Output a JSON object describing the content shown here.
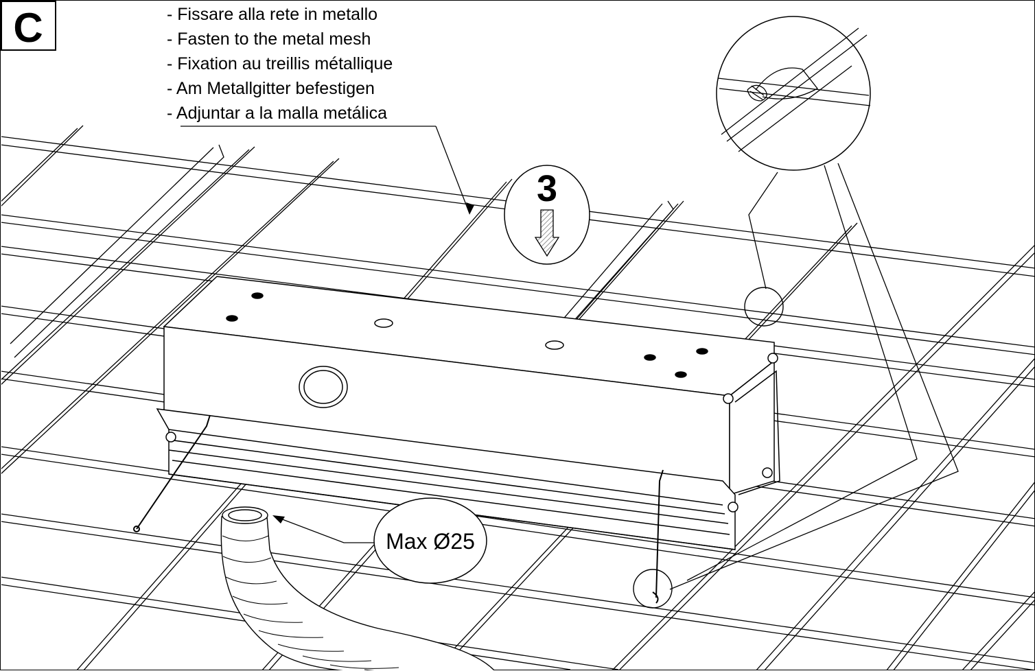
{
  "step_letter": "C",
  "instructions": [
    "- Fissare alla rete in metallo",
    "- Fasten to the metal mesh",
    "- Fixation au treillis métallique",
    "- Am Metallgitter befestigen",
    "- Adjuntar a la malla metálica"
  ],
  "step_number": "3",
  "pipe_label": "Max Ø25",
  "colors": {
    "line": "#000000",
    "background": "#ffffff",
    "hatch": "#7a7a7a"
  }
}
